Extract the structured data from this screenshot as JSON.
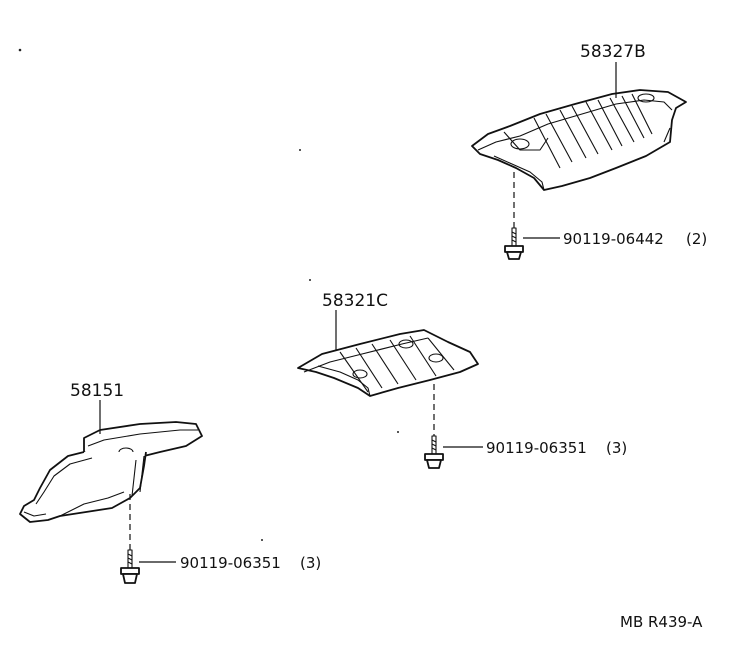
{
  "diagram": {
    "parts": [
      {
        "id": "part-58327b",
        "number": "58327B"
      },
      {
        "id": "part-58321c",
        "number": "58321C"
      },
      {
        "id": "part-58151",
        "number": "58151"
      }
    ],
    "bolts": [
      {
        "id": "bolt-a",
        "part_number": "90119-06442",
        "quantity": "(2)"
      },
      {
        "id": "bolt-b",
        "part_number": "90119-06351",
        "quantity": "(3)"
      },
      {
        "id": "bolt-c",
        "part_number": "90119-06351",
        "quantity": "(3)"
      }
    ],
    "reference_code": "MB R439-A"
  }
}
